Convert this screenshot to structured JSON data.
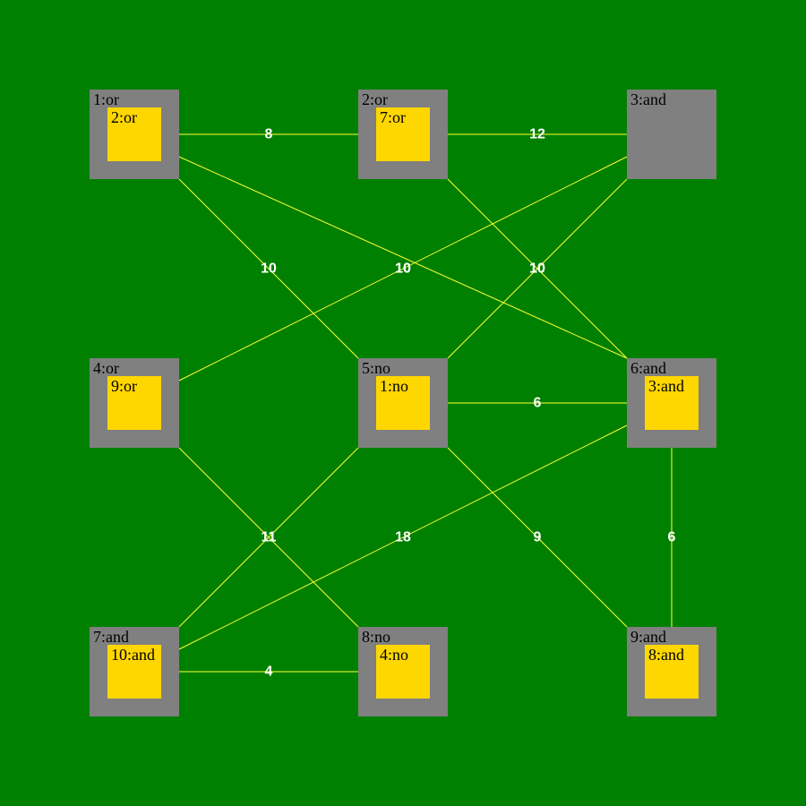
{
  "diagram": {
    "background_color": "#008000",
    "node_color": "#808080",
    "inner_color": "#ffd700",
    "edge_color": "#ffff33",
    "nodes": [
      {
        "id": "1",
        "label": "1:or",
        "inner": "2:or"
      },
      {
        "id": "2",
        "label": "2:or",
        "inner": "7:or"
      },
      {
        "id": "3",
        "label": "3:and",
        "inner": ""
      },
      {
        "id": "4",
        "label": "4:or",
        "inner": "9:or"
      },
      {
        "id": "5",
        "label": "5:no",
        "inner": "1:no"
      },
      {
        "id": "6",
        "label": "6:and",
        "inner": "3:and"
      },
      {
        "id": "7",
        "label": "7:and",
        "inner": "10:and"
      },
      {
        "id": "8",
        "label": "8:no",
        "inner": "4:no"
      },
      {
        "id": "9",
        "label": "9:and",
        "inner": "8:and"
      }
    ],
    "edges": [
      {
        "from": "1",
        "to": "2",
        "weight": "8"
      },
      {
        "from": "2",
        "to": "3",
        "weight": "12"
      },
      {
        "from": "1",
        "to": "5",
        "weight": "10"
      },
      {
        "from": "1",
        "to": "6",
        "weight": "10"
      },
      {
        "from": "3",
        "to": "4",
        "weight": "10"
      },
      {
        "from": "2",
        "to": "6",
        "weight": "10"
      },
      {
        "from": "3",
        "to": "5",
        "weight": "10"
      },
      {
        "from": "5",
        "to": "6",
        "weight": "6"
      },
      {
        "from": "4",
        "to": "8",
        "weight": "11"
      },
      {
        "from": "5",
        "to": "7",
        "weight": "11"
      },
      {
        "from": "6",
        "to": "7",
        "weight": "18"
      },
      {
        "from": "5",
        "to": "9",
        "weight": "9"
      },
      {
        "from": "6",
        "to": "9",
        "weight": "6"
      },
      {
        "from": "7",
        "to": "8",
        "weight": "4"
      }
    ]
  }
}
